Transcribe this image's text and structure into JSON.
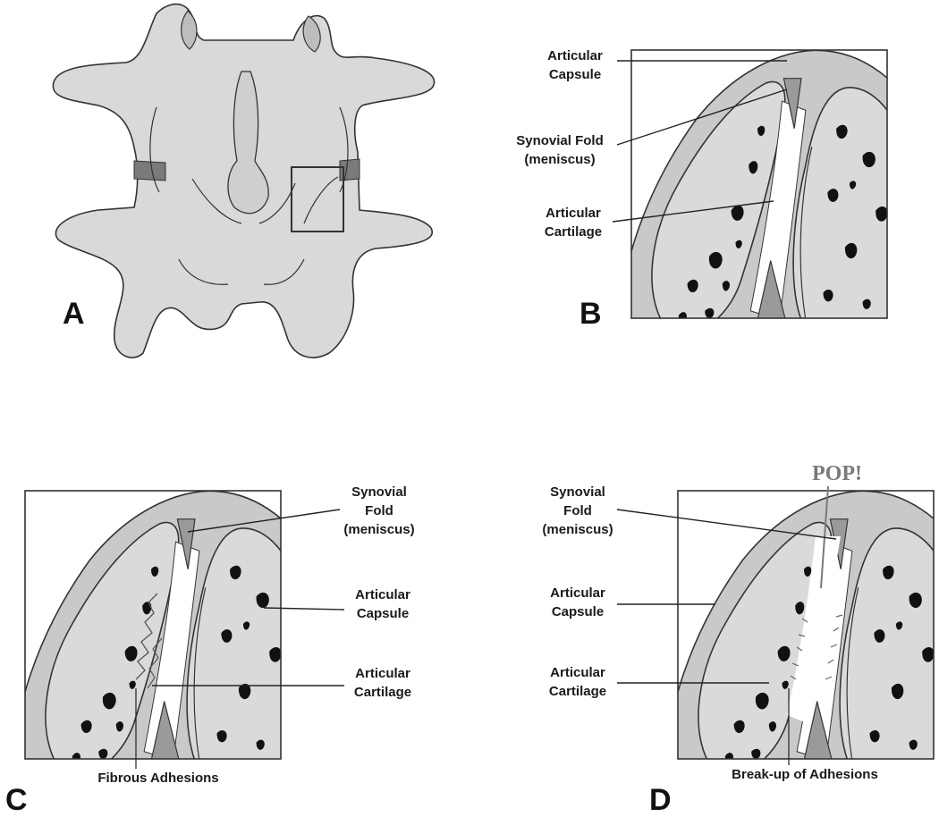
{
  "colors": {
    "bone": "#d9d9d9",
    "capsule": "#c9c9c9",
    "meniscus": "#9a9a9a",
    "cavity": "#ffffff",
    "outline": "#333333",
    "pop_text": "#7a7a7a"
  },
  "panels": {
    "a": {
      "letter": "A"
    },
    "b": {
      "letter": "B",
      "labels": {
        "capsule": [
          "Articular",
          "Capsule"
        ],
        "fold": [
          "Synovial Fold",
          "(meniscus)"
        ],
        "cartilage": [
          "Articular",
          "Cartilage"
        ]
      }
    },
    "c": {
      "letter": "C",
      "labels": {
        "fold": [
          "Synovial",
          "Fold",
          "(meniscus)"
        ],
        "capsule": [
          "Articular",
          "Capsule"
        ],
        "cartilage": [
          "Articular",
          "Cartilage"
        ],
        "adhesions": "Fibrous Adhesions"
      }
    },
    "d": {
      "letter": "D",
      "pop": "POP!",
      "labels": {
        "fold": [
          "Synovial",
          "Fold",
          "(meniscus)"
        ],
        "capsule": [
          "Articular",
          "Capsule"
        ],
        "cartilage": [
          "Articular",
          "Cartilage"
        ],
        "breakup": "Break-up of Adhesions"
      }
    }
  }
}
